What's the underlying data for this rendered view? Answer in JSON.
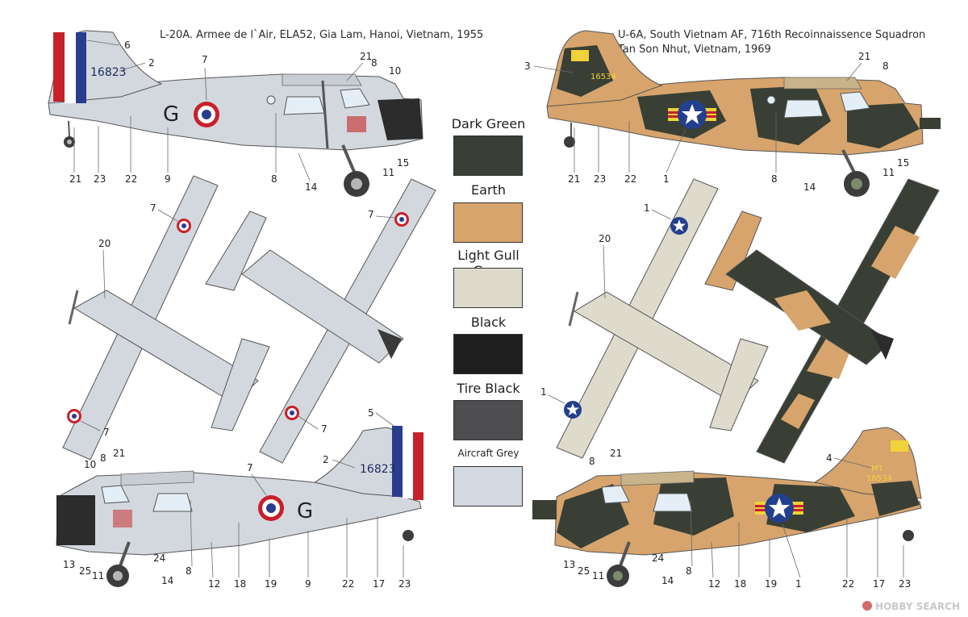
{
  "left_title": "L-20A. Armee de l`Air, ELA52, Gia Lam, Hanoi, Vietnam, 1955",
  "right_title_1": "U-6A, South Vietnam AF, 716th Recoinnaissence Squadron",
  "right_title_2": "Tan Son Nhut, Vietnam, 1969",
  "serial_left": "16823",
  "code_letter": "G",
  "serial_right": "16534",
  "tail_code_right": "MT",
  "palette": [
    {
      "label": "Dark Green",
      "color": "#393f34"
    },
    {
      "label": "Earth",
      "color": "#d6a46c"
    },
    {
      "label": "Light Gull Grey",
      "color": "#dedbcc"
    },
    {
      "label": "Black",
      "color": "#1e1e1e"
    },
    {
      "label": "Tire Black",
      "color": "#4d4d4f"
    },
    {
      "label": "Aircraft Grey",
      "color": "#d4dae2"
    }
  ],
  "callouts": {
    "l_top": [
      "6",
      "2",
      "7",
      "21",
      "8",
      "10",
      "15",
      "11",
      "14",
      "21",
      "23",
      "22",
      "9",
      "8"
    ],
    "l_plan": [
      "7",
      "7",
      "20",
      "7",
      "7"
    ],
    "l_bottom": [
      "5",
      "2",
      "7",
      "8",
      "21",
      "10",
      "13",
      "25",
      "11",
      "14",
      "24",
      "8",
      "12",
      "18",
      "19",
      "9",
      "22",
      "17",
      "23"
    ],
    "r_top": [
      "3",
      "21",
      "8",
      "15",
      "11",
      "14",
      "21",
      "23",
      "22",
      "1",
      "8"
    ],
    "r_plan": [
      "1",
      "20",
      "1"
    ],
    "r_bottom": [
      "4",
      "21",
      "8",
      "13",
      "25",
      "11",
      "14",
      "24",
      "8",
      "12",
      "18",
      "19",
      "1",
      "22",
      "17",
      "23"
    ]
  },
  "watermark": "HOBBY SEARCH"
}
